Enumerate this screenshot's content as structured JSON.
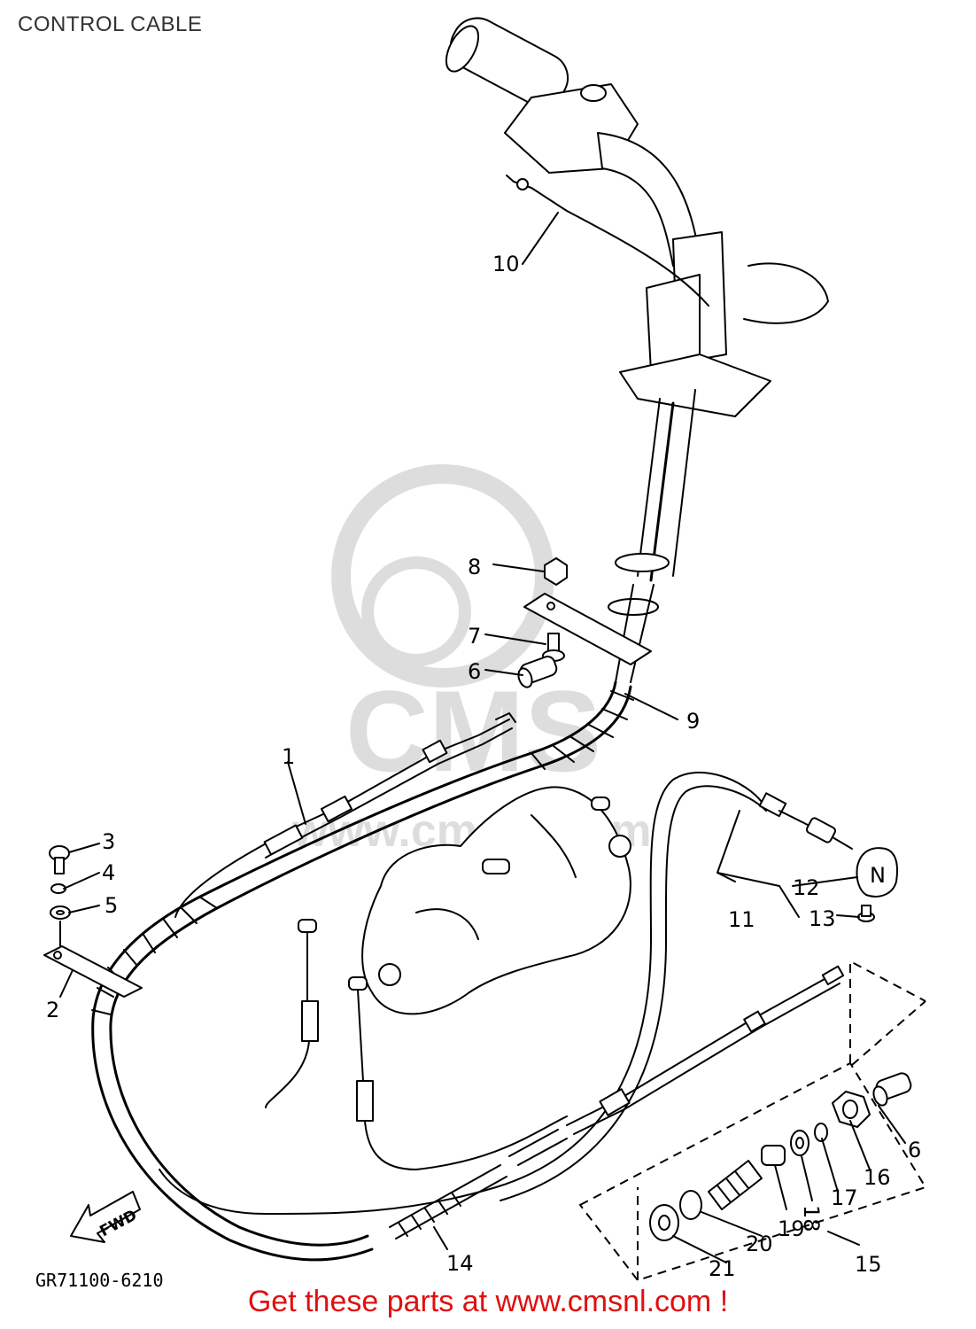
{
  "page": {
    "title": "CONTROL CABLE",
    "footer": "Get these parts at www.cmsnl.com !",
    "drawing_code": "GR71100-6210",
    "direction_label": "FWD",
    "neutral_cap_label": "N",
    "watermark_text": "www.cmsnl.com",
    "watermark_logo": "CMS"
  },
  "callouts": [
    "1",
    "2",
    "3",
    "4",
    "5",
    "6",
    "7",
    "8",
    "9",
    "10",
    "11",
    "12",
    "13",
    "14",
    "15",
    "16",
    "17",
    "18",
    "19",
    "20",
    "21",
    "6"
  ]
}
